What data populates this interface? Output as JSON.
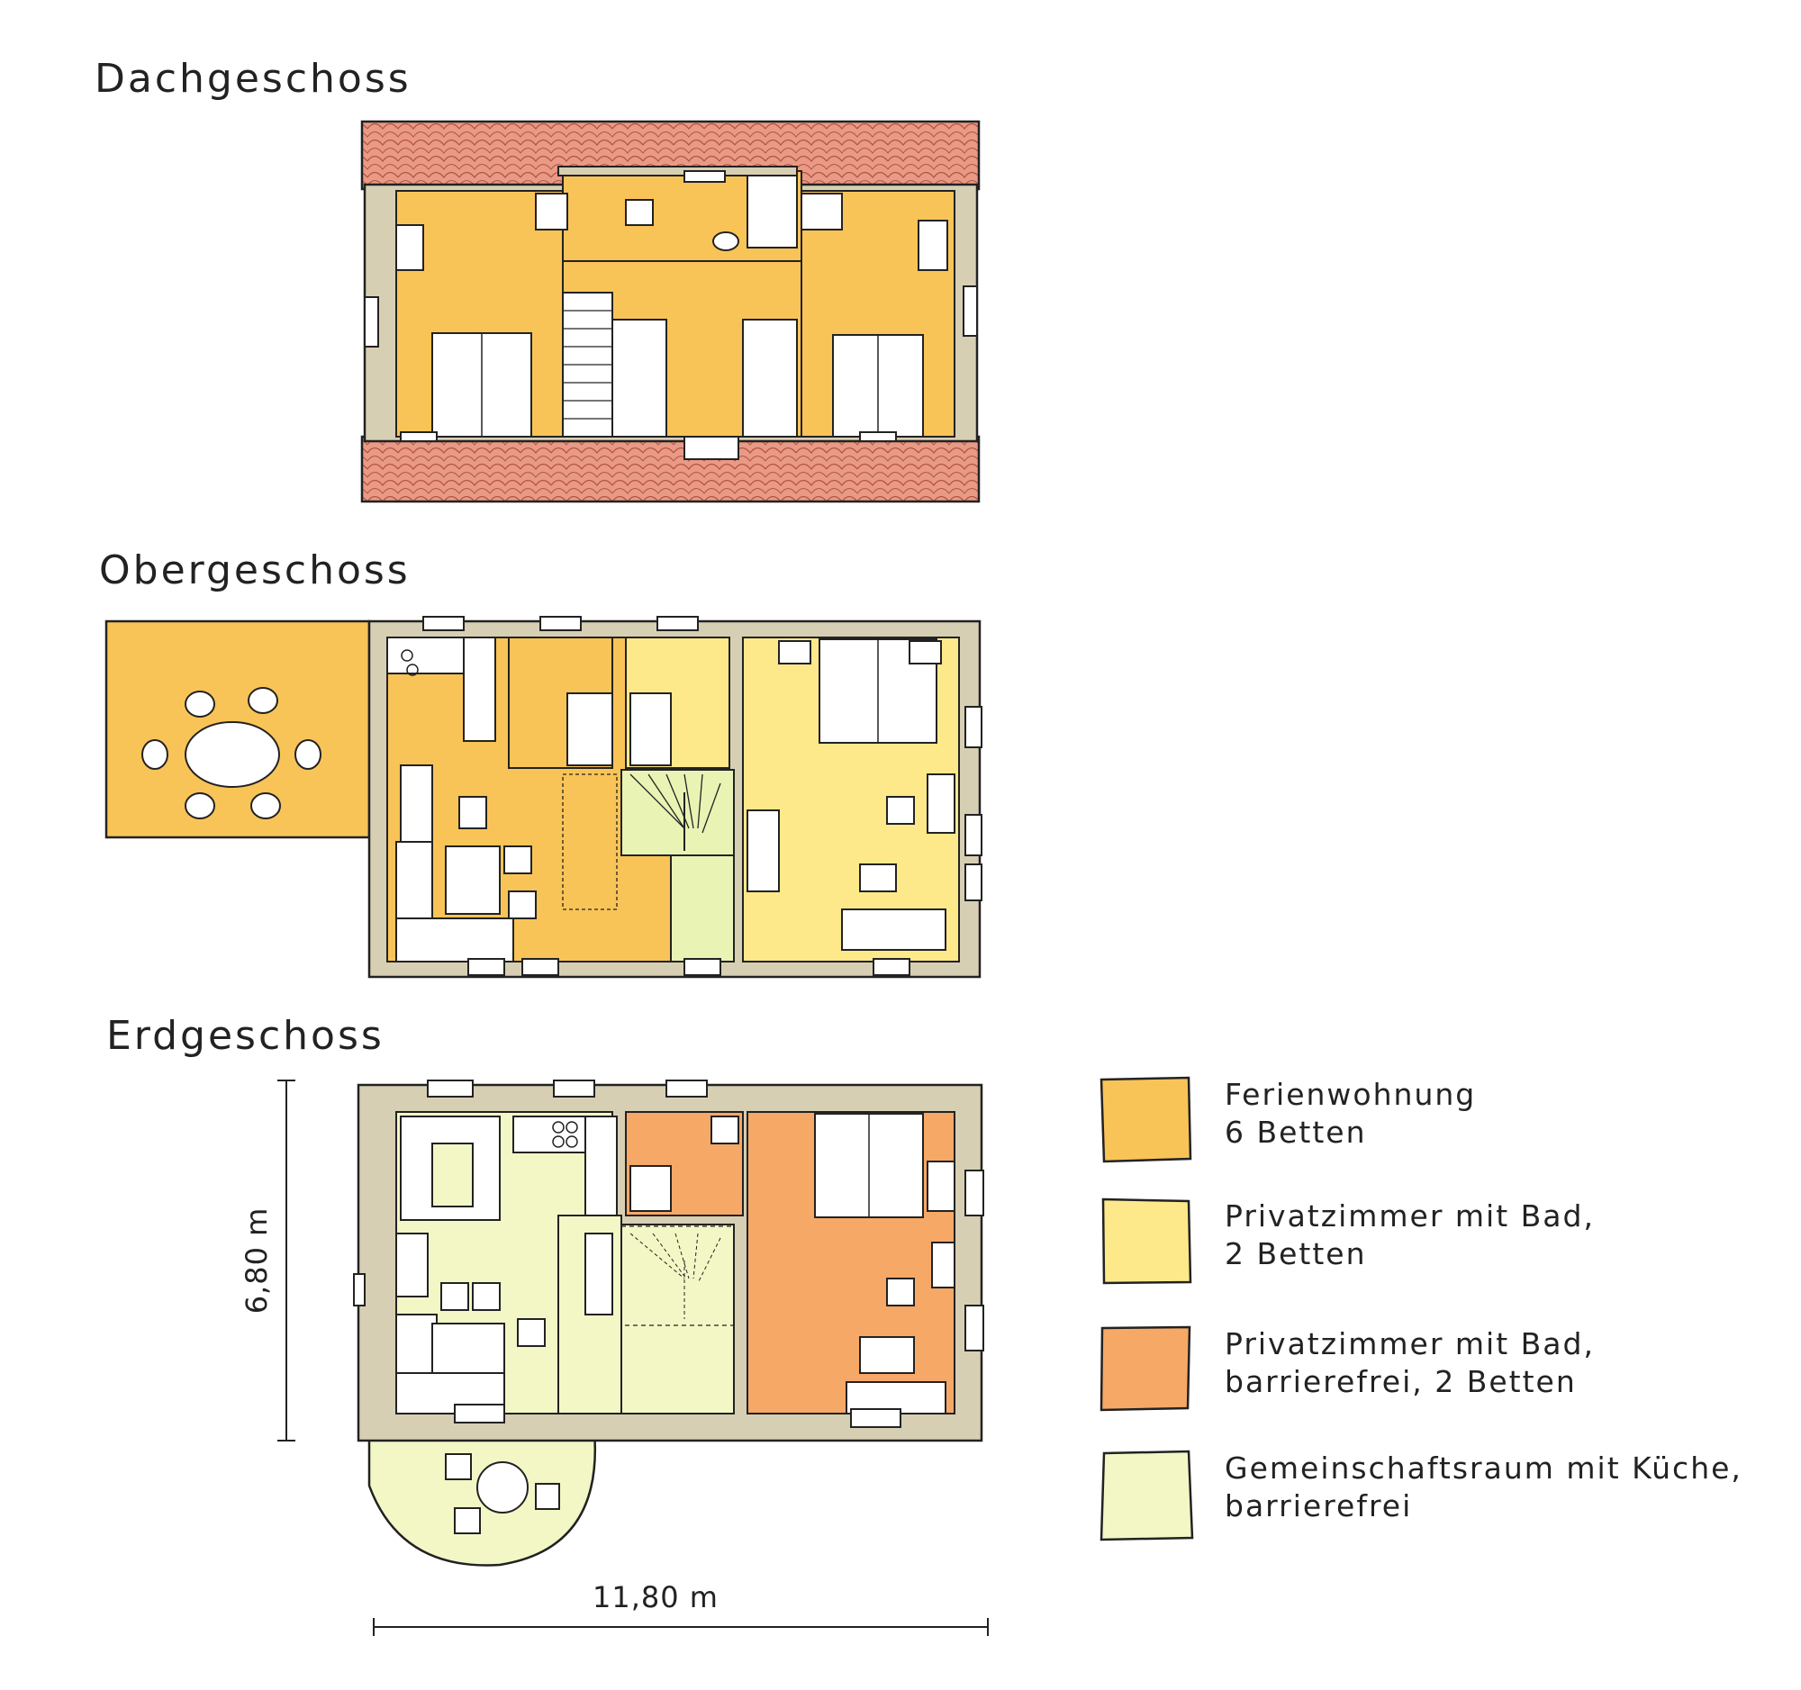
{
  "floors": {
    "dachgeschoss": {
      "title": "Dachgeschoss"
    },
    "obergeschoss": {
      "title": "Obergeschoss"
    },
    "erdgeschoss": {
      "title": "Erdgeschoss"
    }
  },
  "dimensions": {
    "height": "6,80 m",
    "width": "11,80 m"
  },
  "legend": [
    {
      "line1": "Ferienwohnung",
      "line2": "6 Betten",
      "color": "#f9c457"
    },
    {
      "line1": "Privatzimmer mit Bad,",
      "line2": "2 Betten",
      "color": "#fde98a"
    },
    {
      "line1": "Privatzimmer mit Bad,",
      "line2": "barrierefrei, 2 Betten",
      "color": "#f6a866"
    },
    {
      "line1": "Gemeinschaftsraum mit Küche,",
      "line2": "barrierefrei",
      "color": "#f3f7c5"
    }
  ],
  "colors": {
    "wall": "#d7cfb4",
    "roof": "#e89a86",
    "ferienwohnung": "#f9c457",
    "privatzimmer": "#fde98a",
    "privatzimmer_barrierefrei": "#f6a866",
    "gemeinschaftsraum": "#f3f7c5",
    "furniture": "#ffffff",
    "line": "#222222"
  }
}
